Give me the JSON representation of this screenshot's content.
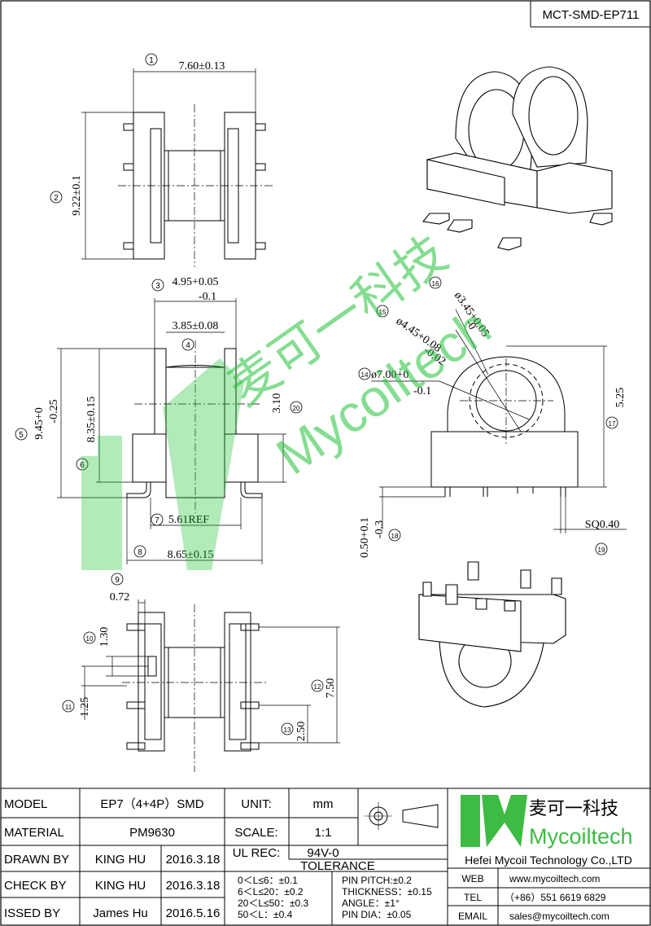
{
  "drawing_code": "MCT-SMD-EP711",
  "watermark": {
    "cn": "麦可一科技",
    "en": "Mycoiltech"
  },
  "dimensions": {
    "d1": "7.60±0.13",
    "d2": "9.22±0.1",
    "d3_main": "4.95+0.05",
    "d3_tol": "-0.1",
    "d4": "3.85±0.08",
    "d5_main": "9.45+0",
    "d5_tol": "-0.25",
    "d6": "8.35±0.15",
    "d7": "5.61REF",
    "d8": "8.65±0.15",
    "d9": "0.72",
    "d10": "1.30",
    "d11": "1.25",
    "d12": "7.50",
    "d13": "2.50",
    "d14_main": "ø7.00+0",
    "d14_tol": "-0.1",
    "d15_main": "ø4.45+0.08",
    "d15_tol": "-0.02",
    "d16_main": "ø3.45+0.05",
    "d16_tol": "-0",
    "d17": "5.25",
    "d18_main": "0.50+0.1",
    "d18_tol": "-0.3",
    "d19": "SQ0.40",
    "d20": "3.10"
  },
  "markers": [
    "1",
    "2",
    "3",
    "4",
    "5",
    "6",
    "7",
    "8",
    "9",
    "10",
    "11",
    "12",
    "13",
    "14",
    "15",
    "16",
    "17",
    "18",
    "19",
    "20"
  ],
  "title_block": {
    "model_label": "MODEL",
    "model_value": "EP7（4+4P）SMD",
    "material_label": "MATERIAL",
    "material_value": "PM9630",
    "drawn_label": "DRAWN BY",
    "drawn_name": "KING HU",
    "drawn_date": "2016.3.18",
    "check_label": "CHECK BY",
    "check_name": "KING HU",
    "check_date": "2016.3.18",
    "issued_label": "ISSED BY",
    "issued_name": "James Hu",
    "issued_date": "2016.5.16",
    "unit_label": "UNIT:",
    "unit_value": "mm",
    "scale_label": "SCALE:",
    "scale_value": "1:1",
    "ulrec_label": "UL REC:",
    "ulrec_value": "94V-0",
    "tolerance_label": "TOLERANCE",
    "tol_lines": [
      "0＜L≤6：±0.1",
      "6＜L≤20：±0.2",
      "20＜L≤50：±0.3",
      "50＜L：±0.4"
    ],
    "spec_lines": [
      "PIN PITCH:±0.2",
      "THICKNESS：±0.15",
      "ANGLE：±1°",
      "PIN DIA：±0.05"
    ],
    "logo_cn": "麦可一科技",
    "logo_en": "Mycoiltech",
    "company": "Hefei Mycoil Technology Co.,LTD",
    "web_label": "WEB",
    "web_value": "www.mycoiltech.com",
    "tel_label": "TEL",
    "tel_value": "（+86）551 6619 6829",
    "email_label": "EMAIL",
    "email_value": "sales@mycoiltech.com"
  },
  "colors": {
    "logo_green": "#3dbb43",
    "watermark_green": "#22c33a",
    "line": "#000000"
  }
}
